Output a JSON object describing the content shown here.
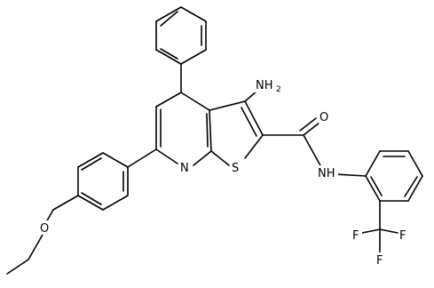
{
  "structure": {
    "labels": {
      "amino": "NH",
      "amino_sub": "2",
      "carbonyl_o": "O",
      "amide_nh": "NH",
      "ring_n": "N",
      "ring_s": "S",
      "ether_o": "O",
      "f_left": "F",
      "f_right": "F",
      "f_bottom": "F"
    }
  }
}
